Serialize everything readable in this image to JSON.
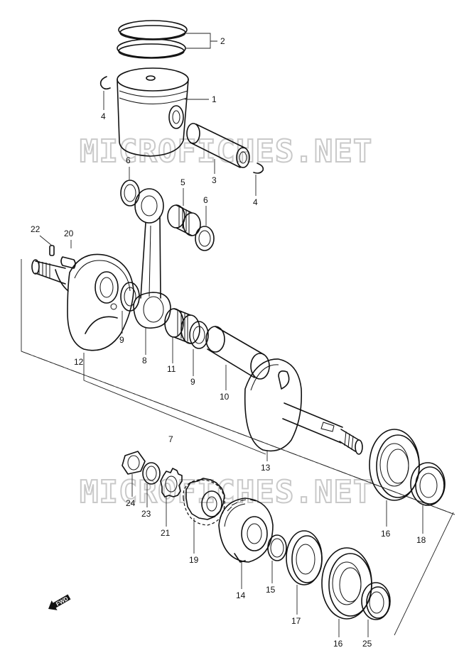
{
  "watermark": {
    "text": "MICROFICHES.NET"
  },
  "fwd_badge": {
    "label": "FWD"
  },
  "callouts": {
    "p1": "1",
    "p2": "2",
    "p3": "3",
    "p4a": "4",
    "p4b": "4",
    "p5": "5",
    "p6a": "6",
    "p6b": "6",
    "p7": "7",
    "p8": "8",
    "p9a": "9",
    "p9b": "9",
    "p10": "10",
    "p11": "11",
    "p12": "12",
    "p13": "13",
    "p14": "14",
    "p15": "15",
    "p16a": "16",
    "p16b": "16",
    "p17": "17",
    "p18": "18",
    "p19": "19",
    "p20": "20",
    "p21": "21",
    "p22": "22",
    "p23": "23",
    "p24": "24",
    "p25": "25"
  }
}
